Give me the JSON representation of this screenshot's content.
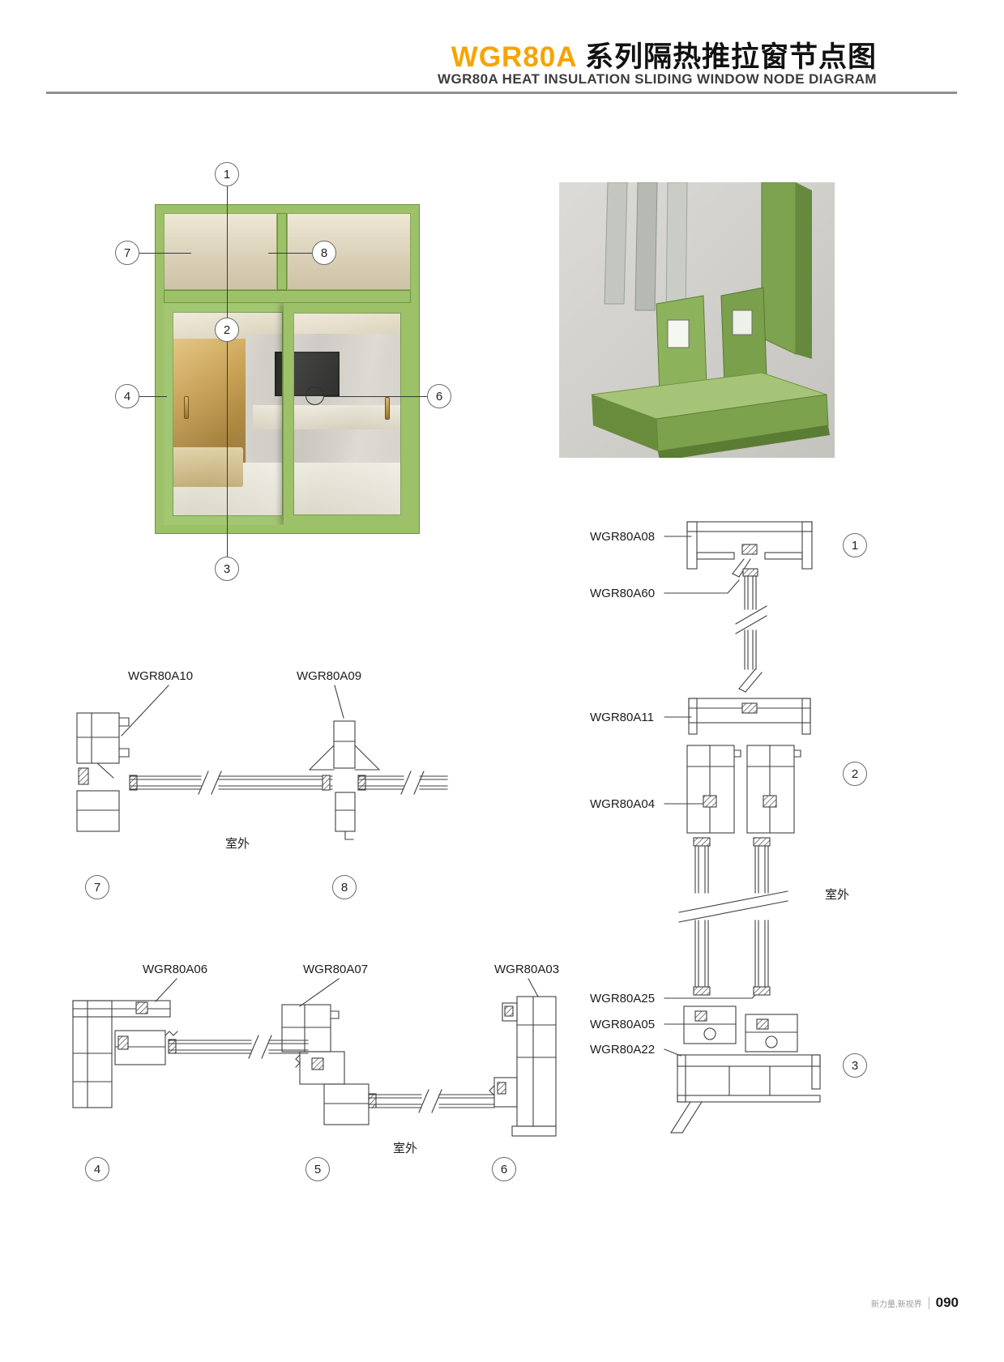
{
  "header": {
    "series": "WGR80A",
    "title_cn": "系列隔热推拉窗节点图",
    "subtitle": "WGR80A HEAT INSULATION SLIDING WINDOW NODE DIAGRAM"
  },
  "colors": {
    "accent_orange": "#F6A400",
    "window_green": "#9CC168",
    "drawing_line": "#3F3F3F"
  },
  "callouts": {
    "c1": "1",
    "c2": "2",
    "c3": "3",
    "c4": "4",
    "c5": "5",
    "c6": "6",
    "c7": "7",
    "c8": "8"
  },
  "outdoor_label": "室外",
  "profiles": {
    "a08": "WGR80A08",
    "a60": "WGR80A60",
    "a11": "WGR80A11",
    "a04": "WGR80A04",
    "a25": "WGR80A25",
    "a05": "WGR80A05",
    "a22": "WGR80A22",
    "a10": "WGR80A10",
    "a09": "WGR80A09",
    "a06": "WGR80A06",
    "a07": "WGR80A07",
    "a03": "WGR80A03"
  },
  "footer": {
    "slogan": "新力量,新视界",
    "page_number": "090"
  }
}
